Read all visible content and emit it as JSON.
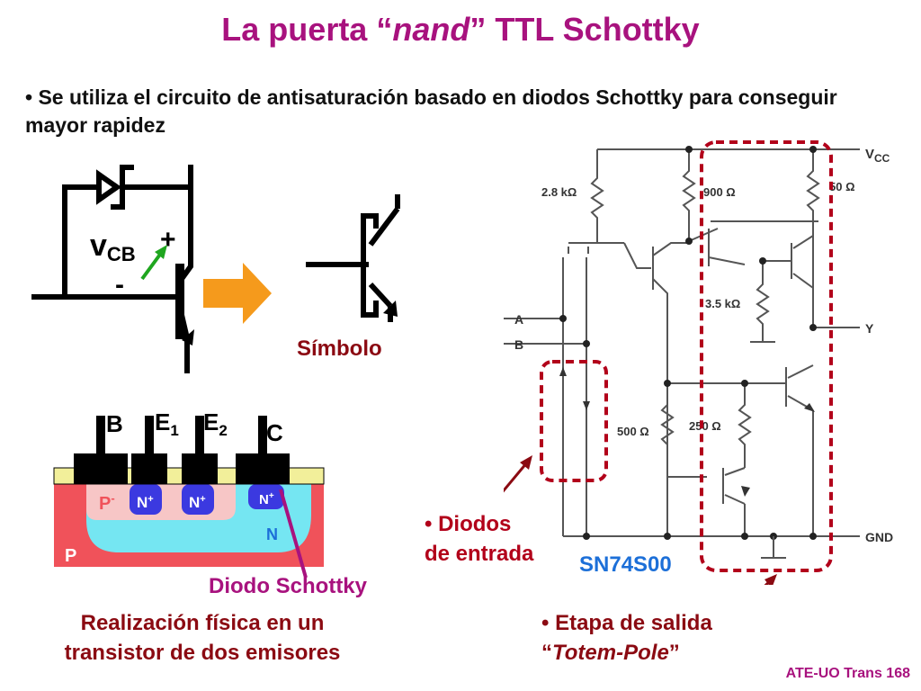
{
  "slide": {
    "title_prefix": "La puerta “",
    "title_italic": "nand",
    "title_suffix": "” TTL Schottky",
    "bullet_marker": "•",
    "bullet_text": "Se utiliza el circuito de antisaturación basado en diodos Schottky para conseguir mayor rapidez",
    "footer": "ATE-UO Trans 168"
  },
  "symbol_diagram": {
    "vcb_label": "v",
    "vcb_sub": "CB",
    "plus": "+",
    "minus": "-",
    "symbol_label": "Símbolo"
  },
  "cross_section": {
    "terminals": [
      {
        "label": "B",
        "sub": ""
      },
      {
        "label": "E",
        "sub": "1"
      },
      {
        "label": "E",
        "sub": "2"
      },
      {
        "label": "C",
        "sub": ""
      }
    ],
    "regions": {
      "p_minus": "P",
      "p_minus_sup": "-",
      "n_plus": "N",
      "n_plus_sup": "+",
      "n": "N",
      "p": "P"
    },
    "diode_label": "Diodo Schottky",
    "caption_line1": "Realización física en un",
    "caption_line2": "transistor de dos emisores"
  },
  "circuit": {
    "vcc": "V",
    "vcc_sub": "CC",
    "resistors": [
      "2.8 kΩ",
      "900 Ω",
      "50 Ω",
      "3.5 kΩ",
      "500 Ω",
      "250 Ω"
    ],
    "inputs": [
      "A",
      "B"
    ],
    "output": "Y",
    "gnd": "GND",
    "part_number": "SN74S00",
    "diodes_bullet": "•",
    "diodes_line1": "Diodos",
    "diodes_line2": "de entrada",
    "totem_bullet": "•",
    "totem_line1": "Etapa de salida",
    "totem_open": "“",
    "totem_italic": "Totem-Pole",
    "totem_close": "”"
  },
  "colors": {
    "title": "#a8127e",
    "caption": "#8b0a12",
    "dashed_box": "#b2001a",
    "p_substrate": "#f0525a",
    "n_well": "#75e6f2",
    "p_base": "#f7c6c6",
    "n_plus": "#3b39e0",
    "oxide": "#f2ef9a",
    "arrow_orange": "#f59a1c",
    "vcb_arrow": "#1fa61f"
  }
}
